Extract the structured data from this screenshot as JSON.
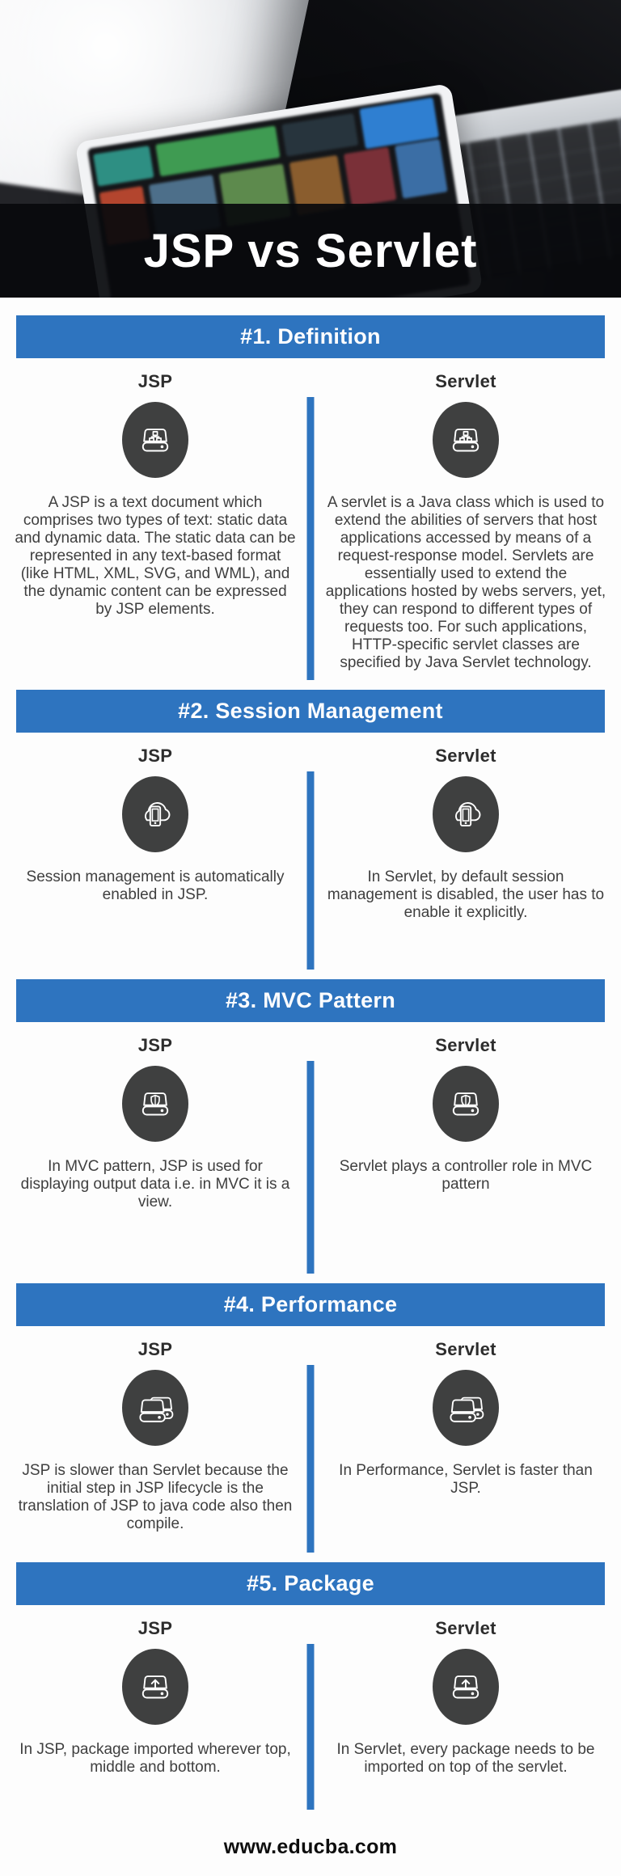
{
  "hero": {
    "title": "JSP vs Servlet"
  },
  "columns": {
    "left": "JSP",
    "right": "Servlet"
  },
  "colors": {
    "accent_blue": "#2e74bf",
    "icon_circle_gray": "#3f4040",
    "banner_black": "#0a0b0e",
    "body_text": "#3f3f3f"
  },
  "sections": [
    {
      "id": "definition",
      "header": "#1. Definition",
      "icon": "network-drive-icon",
      "jsp": "A JSP is a text document which comprises two types of text: static data and dynamic data. The static data can be represented in any text-based format (like HTML, XML, SVG, and WML), and the dynamic content can be expressed by JSP elements.",
      "servlet": "A servlet is a Java class which is used to extend the abilities of servers that host applications accessed by means of a request-response model. Servlets are essentially used to extend the applications hosted by webs servers, yet, they can respond to different types of requests too. For such applications, HTTP-specific servlet classes are specified by Java Servlet technology."
    },
    {
      "id": "session-management",
      "header": "#2. Session Management",
      "icon": "cloud-mobile-icon",
      "jsp": "Session management is automatically enabled in JSP.",
      "servlet": "In Servlet, by default session management is disabled, the user has to enable it explicitly."
    },
    {
      "id": "mvc-pattern",
      "header": "#3. MVC Pattern",
      "icon": "shield-drive-icon",
      "jsp": "In MVC pattern, JSP is used for displaying output data i.e. in MVC it is a view.",
      "servlet": "Servlet plays a controller role in MVC pattern"
    },
    {
      "id": "performance",
      "header": "#4. Performance",
      "icon": "dual-drive-icon",
      "jsp": "JSP is slower than Servlet because the initial step in JSP lifecycle is the translation of JSP to java code also then compile.",
      "servlet": "In Performance, Servlet is faster than JSP."
    },
    {
      "id": "package",
      "header": "#5. Package",
      "icon": "upload-drive-icon",
      "jsp": "In JSP, package imported wherever top, middle and bottom.",
      "servlet": "In Servlet, every package needs to be imported on top of the servlet."
    }
  ],
  "footer": {
    "site_url": "www.educba.com"
  }
}
